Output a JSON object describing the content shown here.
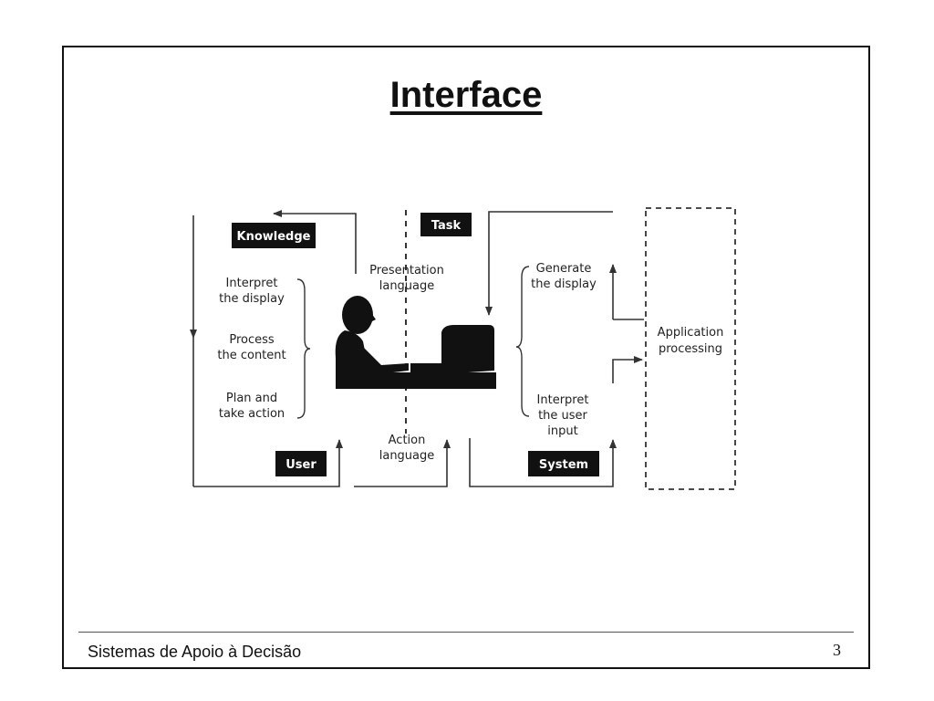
{
  "slide": {
    "title": "Interface",
    "footer": "Sistemas de Apoio à Decisão",
    "page_number": "3"
  },
  "diagram": {
    "boxes": {
      "knowledge": "Knowledge",
      "task": "Task",
      "user": "User",
      "system": "System"
    },
    "user_steps": {
      "interpret": [
        "Interpret",
        "the display"
      ],
      "process": [
        "Process",
        "the content"
      ],
      "plan": [
        "Plan and",
        "take action"
      ]
    },
    "presentation_language": [
      "Presentation",
      "language"
    ],
    "action_language": [
      "Action",
      "language"
    ],
    "system_steps": {
      "generate": [
        "Generate",
        "the display"
      ],
      "interpret_input": [
        "Interpret",
        "the user",
        "input"
      ]
    },
    "application_processing": [
      "Application",
      "processing"
    ]
  },
  "colors": {
    "box_fill": "#111111",
    "box_text": "#ffffff",
    "line": "#333333"
  }
}
